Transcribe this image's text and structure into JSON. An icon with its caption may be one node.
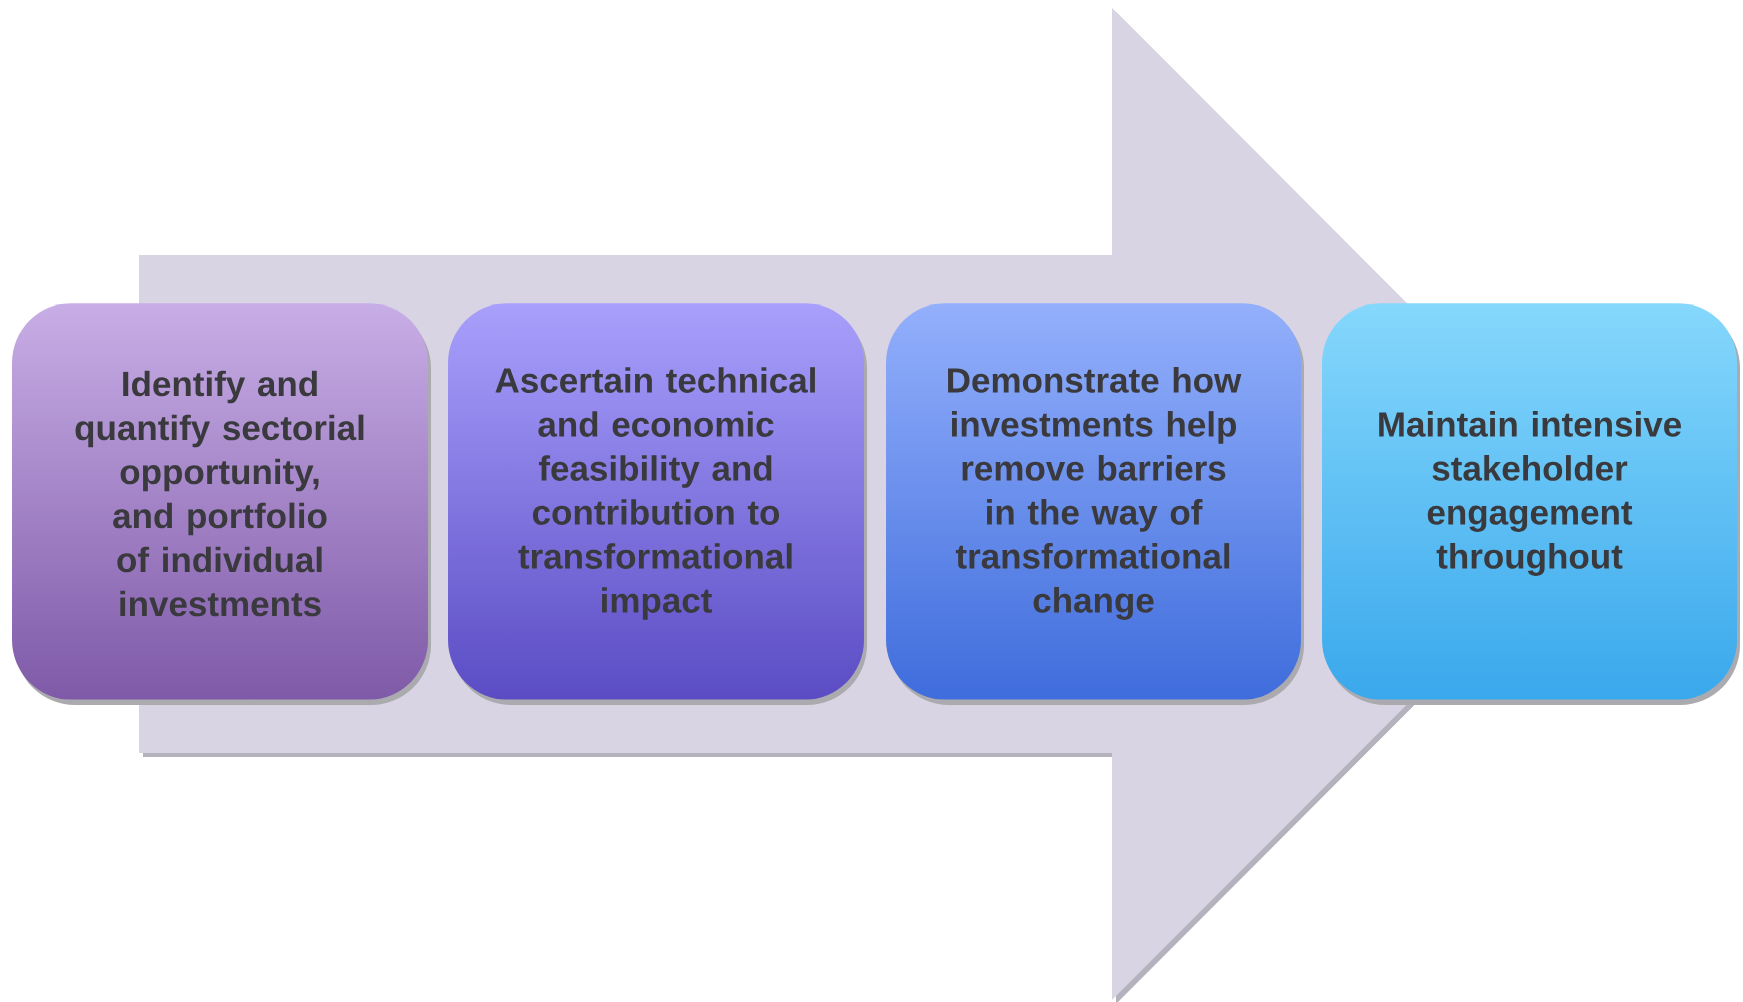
{
  "diagram": {
    "nodes": [
      {
        "text": [
          "Identify and quantify sectorial opportunity, and portfolio of individual investments"
        ]
      },
      {
        "text": [
          "Ascertain technical and economic feasibility and contribution to transformational impact"
        ]
      },
      {
        "text": [
          "Demonstrate how investments help remove barriers in the way of transformational change"
        ]
      },
      {
        "text": [
          "Maintain intensive stakeholder engagement throughout"
        ]
      }
    ],
    "edges": [
      {
        "from": 0,
        "to": 3,
        "arrow": "to"
      }
    ]
  }
}
